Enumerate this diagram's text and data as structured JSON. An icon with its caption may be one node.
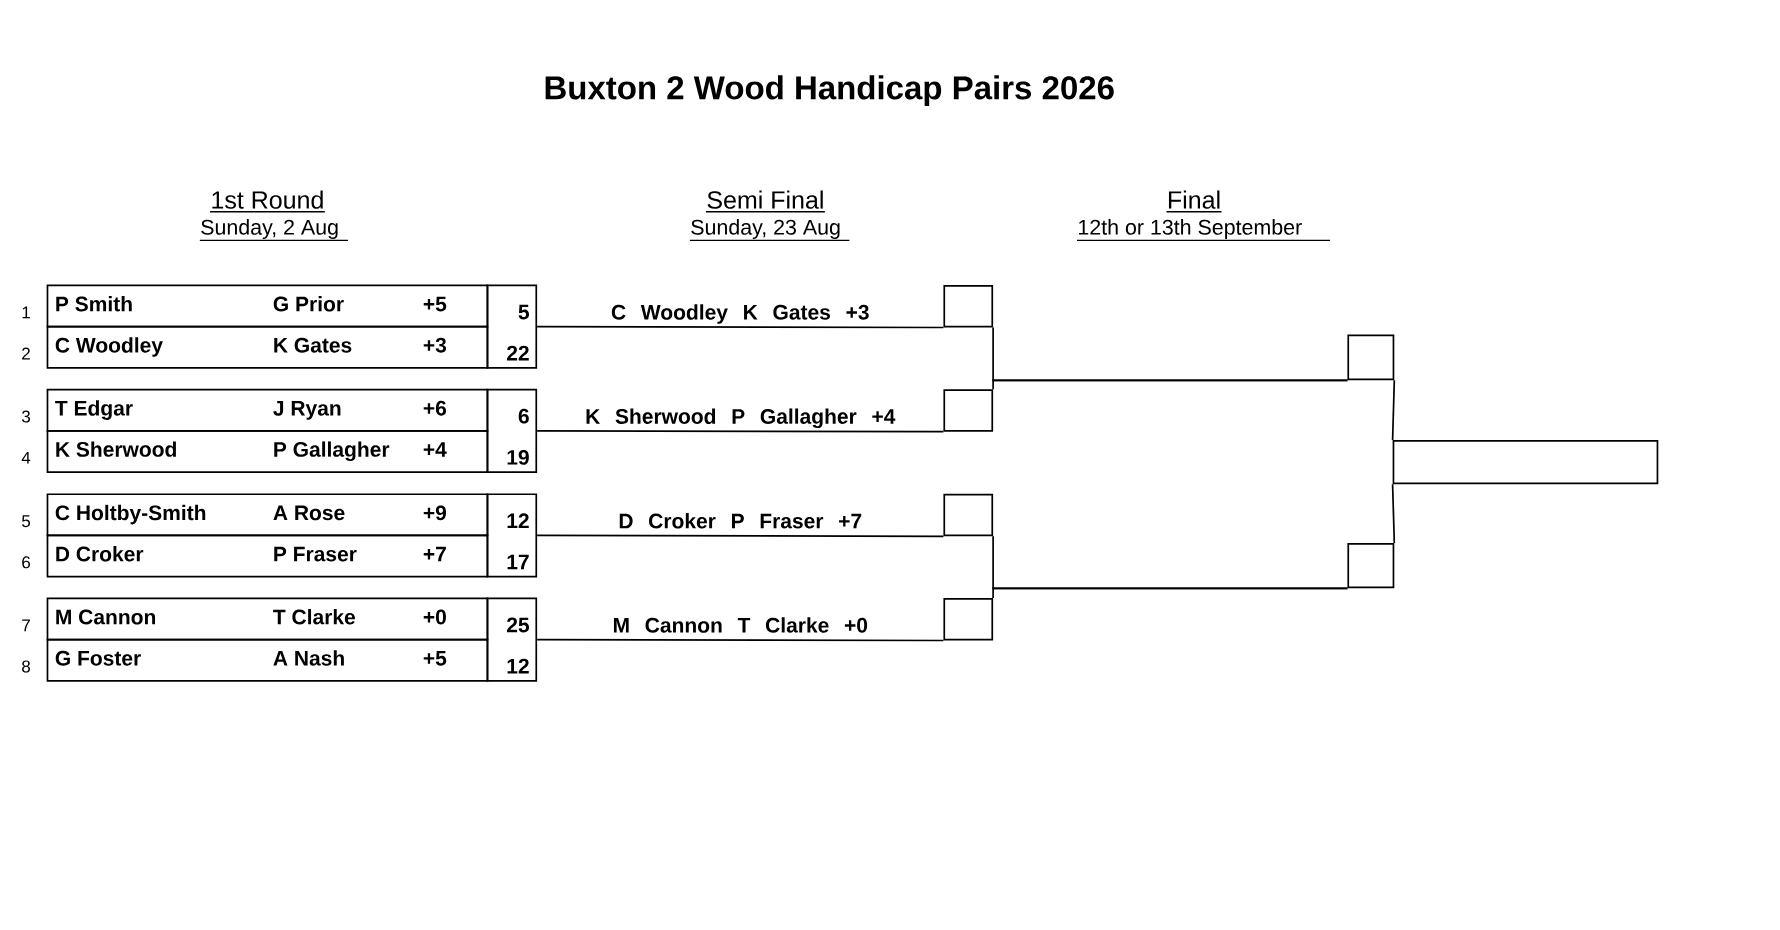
{
  "diagram": {
    "title": "Buxton 2 Wood Handicap Pairs 2026",
    "nodes": [
      {
        "text": [
          "P Smith",
          "G Prior",
          "+5"
        ],
        "beside": [
          "1"
        ]
      },
      {
        "text": [
          "C Woodley",
          "K Gates",
          "+3"
        ],
        "beside": [
          "2"
        ]
      },
      {
        "text": [
          "5",
          "22"
        ]
      },
      {
        "text": [
          "T Edgar",
          "J Ryan",
          "+6"
        ],
        "beside": [
          "3"
        ]
      },
      {
        "text": [
          "K Sherwood",
          "P Gallagher",
          "+4"
        ],
        "beside": [
          "4"
        ]
      },
      {
        "text": [
          "6",
          "19"
        ]
      },
      {
        "text": [
          "C Holtby-Smith",
          "A Rose",
          "+9"
        ],
        "beside": [
          "5"
        ]
      },
      {
        "text": [
          "D Croker",
          "P Fraser",
          "+7"
        ],
        "beside": [
          "6"
        ]
      },
      {
        "text": [
          "12",
          "17"
        ]
      },
      {
        "text": [
          "M Cannon",
          "T Clarke",
          "+0"
        ],
        "beside": [
          "7"
        ]
      },
      {
        "text": [
          "G Foster",
          "A Nash",
          "+5"
        ],
        "beside": [
          "8"
        ]
      },
      {
        "text": [
          "25",
          "12"
        ]
      },
      {
        "text": [],
        "shape": "box"
      },
      {
        "text": [],
        "shape": "box"
      },
      {
        "text": [],
        "shape": "box"
      },
      {
        "text": [],
        "shape": "box"
      },
      {
        "text": [],
        "shape": "box"
      },
      {
        "text": [],
        "shape": "box"
      },
      {
        "text": [],
        "shape": "box"
      }
    ],
    "edges": [
      {
        "from": 2,
        "to": 12,
        "arrow": "none",
        "label": "C Woodley K Gates +3"
      },
      {
        "from": 5,
        "to": 13,
        "arrow": "none",
        "label": "K Sherwood P Gallagher +4"
      },
      {
        "from": 8,
        "to": 14,
        "arrow": "none",
        "label": "D Croker P Fraser +7"
      },
      {
        "from": 11,
        "to": 15,
        "arrow": "none",
        "label": "M Cannon T Clarke +0"
      },
      {
        "from": 12,
        "to": 16,
        "arrow": "none"
      },
      {
        "from": 13,
        "to": 16,
        "arrow": "none"
      },
      {
        "from": 14,
        "to": 17,
        "arrow": "none"
      },
      {
        "from": 15,
        "to": 17,
        "arrow": "none"
      },
      {
        "from": 16,
        "to": 18,
        "arrow": "none"
      },
      {
        "from": 17,
        "to": 18,
        "arrow": "none"
      }
    ],
    "labels": [
      "1st Round",
      "Sunday, 2 Aug",
      "Semi Final",
      "Sunday, 23 Aug",
      "Final",
      "12th or 13th September"
    ]
  }
}
